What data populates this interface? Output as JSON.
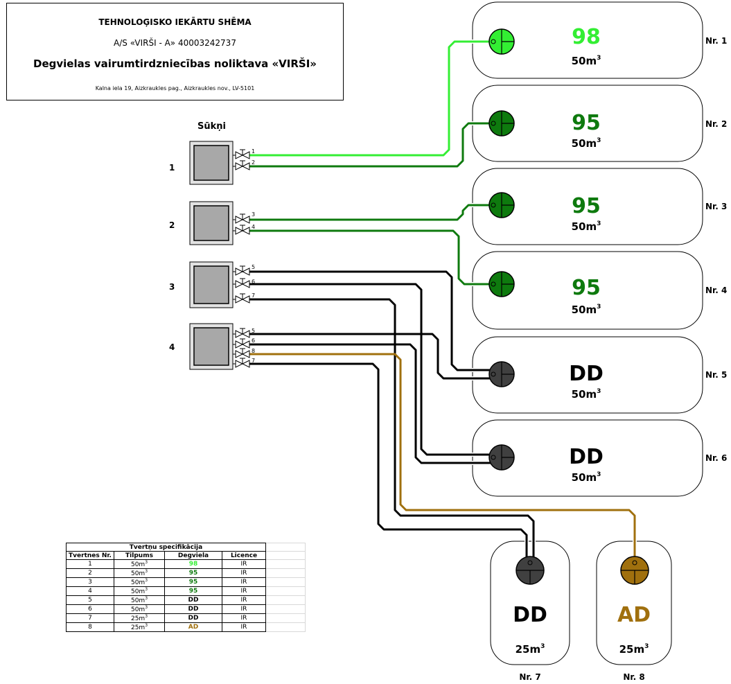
{
  "header": {
    "line1": "TEHNOLOĢISKO IEKĀRTU SHĒMA",
    "line2": "A/S «VIRŠI - A» 40003242737",
    "line3": "Degvielas vairumtirdzniecības noliktava  «VIRŠI»",
    "line4": "Kalna iela 19, Aizkraukles pag., Aizkraukles nov., LV-5101"
  },
  "pumps": {
    "title": "Sūkņi",
    "items": [
      {
        "label": "1",
        "outlets": [
          "1",
          "2"
        ]
      },
      {
        "label": "2",
        "outlets": [
          "3",
          "4"
        ]
      },
      {
        "label": "3",
        "outlets": [
          "5",
          "6",
          "7"
        ]
      },
      {
        "label": "4",
        "outlets": [
          "5",
          "6",
          "8",
          "7"
        ]
      }
    ]
  },
  "tanks": [
    {
      "fuel": "98",
      "volume": "50m",
      "volume_exp": "3",
      "number": "Nr. 1",
      "color": "#33ee33"
    },
    {
      "fuel": "95",
      "volume": "50m",
      "volume_exp": "3",
      "number": "Nr. 2",
      "color": "#0e7a0e"
    },
    {
      "fuel": "95",
      "volume": "50m",
      "volume_exp": "3",
      "number": "Nr. 3",
      "color": "#0e7a0e"
    },
    {
      "fuel": "95",
      "volume": "50m",
      "volume_exp": "3",
      "number": "Nr. 4",
      "color": "#0e7a0e"
    },
    {
      "fuel": "DD",
      "volume": "50m",
      "volume_exp": "3",
      "number": "Nr. 5",
      "color": "#000000"
    },
    {
      "fuel": "DD",
      "volume": "50m",
      "volume_exp": "3",
      "number": "Nr. 6",
      "color": "#000000"
    },
    {
      "fuel": "DD",
      "volume": "25m",
      "volume_exp": "3",
      "number": "Nr. 7",
      "color": "#000000"
    },
    {
      "fuel": "AD",
      "volume": "25m",
      "volume_exp": "3",
      "number": "Nr. 8",
      "color": "#a0700e"
    }
  ],
  "colors": {
    "fuel98": "#33ee33",
    "fuel95": "#0e7a0e",
    "fuelDD": "#000000",
    "fuelAD": "#a0700e",
    "hatchDD": "#404040"
  },
  "spec": {
    "title": "Tvertņu specifikācija",
    "headers": [
      "Tvertnes Nr.",
      "Tilpums",
      "Degviela",
      "Licence"
    ],
    "rows": [
      {
        "nr": "1",
        "vol": "50m",
        "exp": "3",
        "fuel": "98",
        "licence": "IR",
        "color": "#33ee33"
      },
      {
        "nr": "2",
        "vol": "50m",
        "exp": "3",
        "fuel": "95",
        "licence": "IR",
        "color": "#0e7a0e"
      },
      {
        "nr": "3",
        "vol": "50m",
        "exp": "3",
        "fuel": "95",
        "licence": "IR",
        "color": "#0e7a0e"
      },
      {
        "nr": "4",
        "vol": "50m",
        "exp": "3",
        "fuel": "95",
        "licence": "IR",
        "color": "#0e7a0e"
      },
      {
        "nr": "5",
        "vol": "50m",
        "exp": "3",
        "fuel": "DD",
        "licence": "IR",
        "color": "#000000"
      },
      {
        "nr": "6",
        "vol": "50m",
        "exp": "3",
        "fuel": "DD",
        "licence": "IR",
        "color": "#000000"
      },
      {
        "nr": "7",
        "vol": "25m",
        "exp": "3",
        "fuel": "DD",
        "licence": "IR",
        "color": "#000000"
      },
      {
        "nr": "8",
        "vol": "25m",
        "exp": "3",
        "fuel": "AD",
        "licence": "IR",
        "color": "#a0700e"
      }
    ]
  }
}
